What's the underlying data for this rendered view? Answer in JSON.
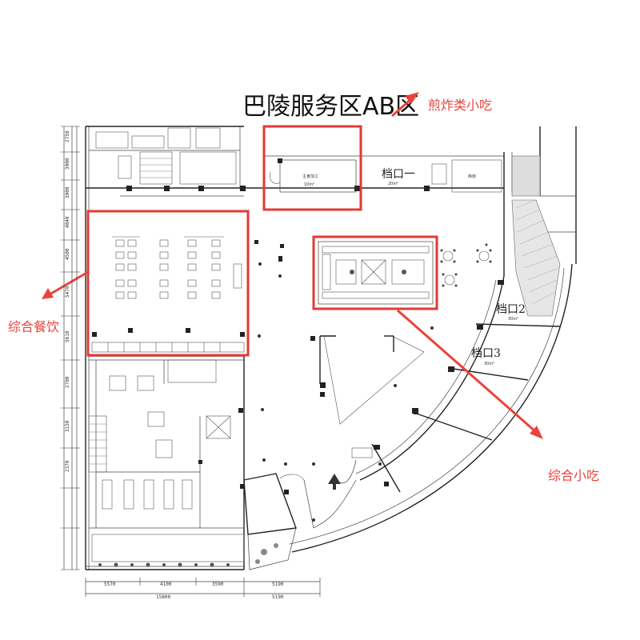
{
  "title": "巴陵服务区AB区",
  "labels": {
    "fried_snacks": "煎炸类小吃",
    "dining": "综合餐饮",
    "snacks": "综合小吃"
  },
  "stalls": {
    "stall_1": "档口一",
    "stall_2": "档口2",
    "stall_3": "档口3"
  },
  "colors": {
    "highlight": "#e33a35",
    "label": "#e8443b",
    "lines": "#222222"
  },
  "dimensions": {
    "bottom": [
      "5570",
      "4100",
      "3590",
      "5190",
      "15800",
      "5190"
    ],
    "left": [
      "2750",
      "3000",
      "3000",
      "4040",
      "4500",
      "5470",
      "5610",
      "2700",
      "3150",
      "2370"
    ]
  }
}
